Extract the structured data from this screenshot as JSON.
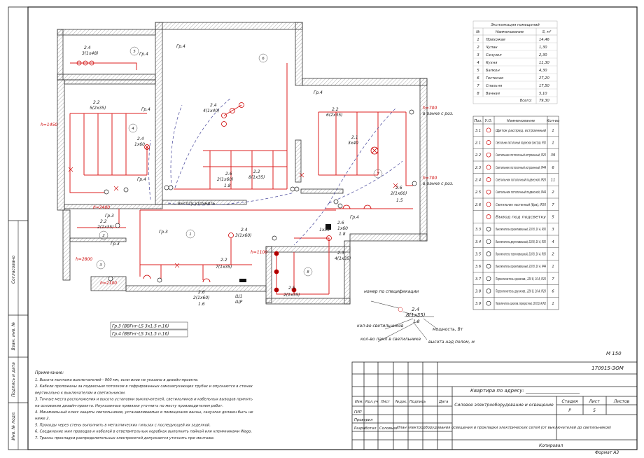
{
  "rooms": [
    {
      "num": "5",
      "gr": "Гр.4",
      "group": "2.4",
      "label": "3(1x48)"
    },
    {
      "num": "4",
      "gr": "Гр.4",
      "group": "2.2",
      "label": "5(2x35)",
      "group2": "2.4",
      "label2": "1x60"
    },
    {
      "num": "6",
      "gr": "Гр.4",
      "group": "2.4",
      "label": "4(1x40)",
      "group2": "2.6",
      "label2": "2(1x60)",
      "val2": "1.8",
      "group3": "2.2",
      "label3": "8(1x35)"
    },
    {
      "num": "7",
      "gr": "Гр.4",
      "group": "2.2",
      "label": "6(2x35)",
      "group2": "2.1",
      "label2": "3x40",
      "group3": "2.6",
      "label3": "2(1x60)",
      "val3": "1.5"
    },
    {
      "num": "1",
      "gr": "Гр.3",
      "group": "2.4",
      "label": "3(1x60)",
      "group2": "2.2",
      "label2": "7(1x35)",
      "group3": "2.6",
      "label3": "2(1x60)",
      "val3": "1.6"
    },
    {
      "num": "2",
      "gr": "Гр.3",
      "group": "2.2",
      "label": "2(1x35)"
    },
    {
      "num": "3",
      "gr": "Гр.3"
    },
    {
      "num": "8",
      "group": "2.3",
      "label": "4(1x35)",
      "group2": "2.5",
      "label2": "2(1x35)"
    }
  ],
  "heights": [
    "h=1450",
    "h=2400",
    "h=2800",
    "h=2100",
    "h=1100",
    "h=700",
    "h=700"
  ],
  "notes_on_plan": {
    "raise": "высоту уточнить",
    "box1": "в ранке с роз.",
    "box2": "в ранке с роз.",
    "sch": "Щ1",
    "sch2": "ЩР",
    "dim26": "2.6",
    "dim16": "1x60",
    "dim18": "1.8",
    "dim25": "2.5",
    "dim24b": "1x35"
  },
  "legend_groups": [
    "Гр.3 (ВВГнг-LS 3х1,5 п.16)",
    "Гр.4 (ВВГнг-LS 3х1,5 п.16)"
  ],
  "callout": {
    "number": "номер по спецификации",
    "count": "кол-во светильников",
    "lamps": "кол-во ламп в светильнике",
    "power": "мощность, Вт",
    "height": "высота над полом, м",
    "code": "2.4",
    "value": "8(1x35)",
    "h": "1.8"
  },
  "explication": {
    "title": "Экспликация помещений",
    "headers": [
      "№",
      "Наименование",
      "S, м²"
    ],
    "rows": [
      [
        "1",
        "Прихожая",
        "14,46"
      ],
      [
        "2",
        "Чулан",
        "1,30"
      ],
      [
        "3",
        "Санузел",
        "2,30"
      ],
      [
        "4",
        "Кухня",
        "11,30"
      ],
      [
        "5",
        "Балкон",
        "4,30"
      ],
      [
        "6",
        "Гостиная",
        "27,20"
      ],
      [
        "7",
        "Спальня",
        "17,50"
      ],
      [
        "8",
        "Ванная",
        "5,10"
      ]
    ],
    "total_label": "Всего:",
    "total": "79,30"
  },
  "spec": {
    "headers": [
      "Поз.",
      "У.О.",
      "Наименование",
      "Кол-во"
    ],
    "rows": [
      [
        "3.1",
        "Щиток распред. встроенный",
        "1"
      ],
      [
        "2.1",
        "Светильник потолочный подвесной (люстра), IP20",
        "1"
      ],
      [
        "2.2",
        "Светильник потолочный встроенный, IP20",
        "39"
      ],
      [
        "2.3",
        "Светильник потолочный встроенный, IP44",
        "6"
      ],
      [
        "2.4",
        "Светильник потолочный подвесной, IP20",
        "11"
      ],
      [
        "2.5",
        "Светильник потолочный подвесной, IP44",
        "2"
      ],
      [
        "2.6",
        "Светильник настенный (бра), IP20",
        "7"
      ],
      [
        "",
        "Вывод под подсветку",
        "5"
      ],
      [
        "3.3",
        "Выключатель одноклавишный, 220 В, 10 А, IP20",
        "3"
      ],
      [
        "3.4",
        "Выключатель двухклавишный, 220 В, 10 А, IP20",
        "4"
      ],
      [
        "3.5",
        "Выключатель трехклавишный, 220 В, 10 А, IP20",
        "2"
      ],
      [
        "3.6",
        "Выключатель одноклавишный, 220 В, 10 А, IP44",
        "1"
      ],
      [
        "3.7",
        "Переключатель одноклав., 220 В, 10 А, IP20",
        "7"
      ],
      [
        "3.8",
        "Переключатель двухклав., 220 В, 10 А, IP20",
        "6"
      ],
      [
        "3.9",
        "Переключатель одноклав. перекрестный, 220 В,10 А,IP20",
        "1"
      ]
    ]
  },
  "side_labels": [
    "Согласовано",
    "Взам. инв. №",
    "Подпись и дата",
    "Инв. № подл."
  ],
  "scale": "М 150",
  "notes": {
    "title": "Примечание:",
    "lines": [
      "1. Высота монтажа выключателей - 900 мм, если иное не указано в дизайн-проекте.",
      "2. Кабели проложены за подвесным потолком в гофрированных самозатухающих трубах и опускаются в стенах",
      "вертикально к выключателям и светильникам.",
      "3. Точные места расположения и высота установки выключателей, светильников и кабельных выводов принять",
      "на основании дизайн-проекта. Неуказанные привязки уточнить по месту производителем работ.",
      "4. Минимальный класс защиты светильников, устанавливаемых в помещениях ванны, санузлах должен быть не",
      "ниже 2.",
      "5. Проходы через стены выполнить в металлических гильзах с последующей их заделкой.",
      "6. Соединение жил проводов и кабелей в ответвительных коробках выполнить пайкой или клеммниками Wago.",
      "7. Трассы прокладки распределительных электросетей допускается уточнить при монтаже."
    ]
  },
  "title_block": {
    "code": "170915-ЭОМ",
    "address": "Квартира по адресу: ______________________",
    "col_headers": [
      "Изм.",
      "Кол.уч",
      "Лист",
      "№док.",
      "Подпись",
      "Дата"
    ],
    "gip": "ГИП",
    "check": "Проверил",
    "dev": "Разработал",
    "dev_name": "Соловьев",
    "section": "Силовое электрооборудование и освещение",
    "stage_h": "Стадия",
    "sheet_h": "Лист",
    "sheets_h": "Листов",
    "stage": "Р",
    "sheet": "5",
    "sheets": "",
    "plan": "План электрооборудования освещения и прокладки электрических сетей (от выключателей до светильников)",
    "copied": "Копировал",
    "format": "Формат А3"
  }
}
